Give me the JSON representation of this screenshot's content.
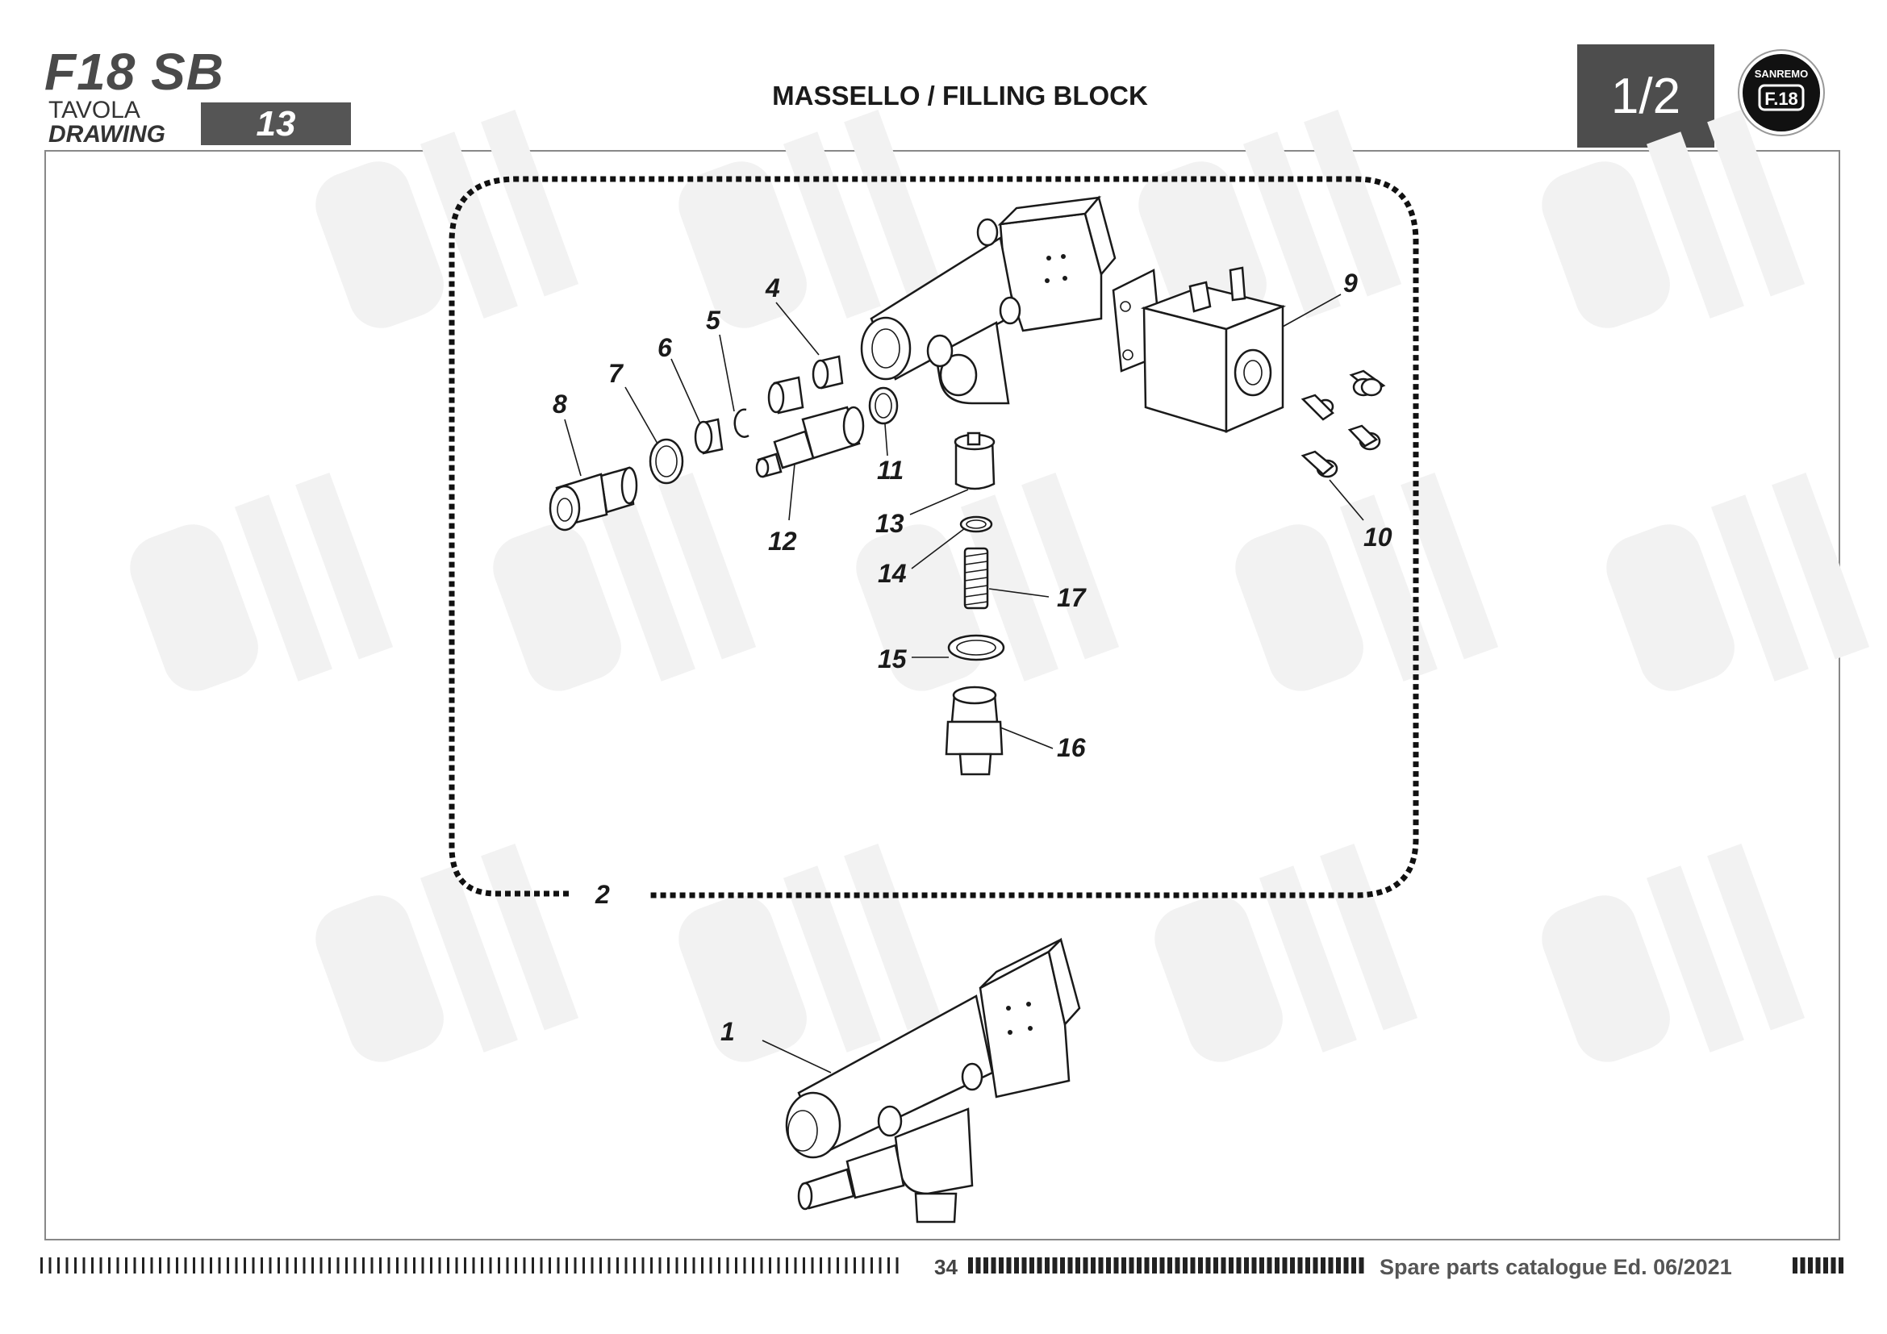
{
  "header": {
    "model": "F18 SB",
    "tavola": "TAVOLA",
    "drawing": "DRAWING",
    "table_number": "13",
    "title": "MASSELLO / FILLING BLOCK",
    "page_of": "1/2",
    "logo_top": "SANREMO",
    "logo_mark": "F.18"
  },
  "callouts": [
    "1",
    "2",
    "4",
    "5",
    "6",
    "7",
    "8",
    "9",
    "10",
    "11",
    "12",
    "13",
    "14",
    "15",
    "16",
    "17"
  ],
  "footer": {
    "page_number": "34",
    "catalogue": "Spare parts catalogue Ed. 06/2021"
  }
}
